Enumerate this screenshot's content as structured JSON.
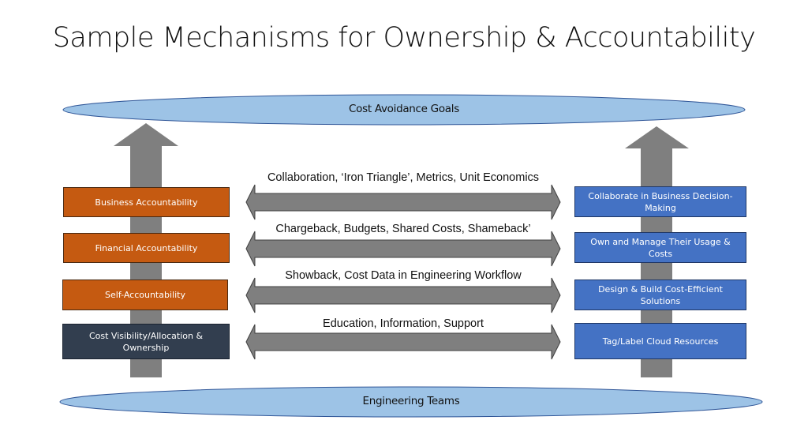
{
  "title": "Sample Mechanisms for Ownership & Accountability",
  "top_goal": "Cost Avoidance Goals",
  "bottom_base": "Engineering Teams",
  "left_column": [
    {
      "label": "Business Accountability",
      "color": "#c55a11"
    },
    {
      "label": "Financial Accountability",
      "color": "#c55a11"
    },
    {
      "label": "Self-Accountability",
      "color": "#c55a11"
    },
    {
      "label": "Cost Visibility/Allocation & Ownership",
      "color": "#323e4f"
    }
  ],
  "mechanisms": [
    "Collaboration, ‘Iron Triangle’, Metrics, Unit Economics",
    "Chargeback, Budgets, Shared Costs, Shameback’",
    "Showback, Cost Data in Engineering Workflow",
    "Education, Information, Support"
  ],
  "right_column": [
    {
      "label": "Collaborate in Business Decision-Making",
      "color": "#4472c4"
    },
    {
      "label": "Own and Manage Their Usage & Costs",
      "color": "#4472c4"
    },
    {
      "label": "Design & Build Cost-Efficient Solutions",
      "color": "#4472c4"
    },
    {
      "label": "Tag/Label Cloud Resources",
      "color": "#4472c4"
    }
  ],
  "colors": {
    "ellipse_fill": "#9dc3e6",
    "ellipse_stroke": "#2f5597",
    "arrow_fill": "#7f7f7f",
    "arrow_stroke": "#404040"
  }
}
